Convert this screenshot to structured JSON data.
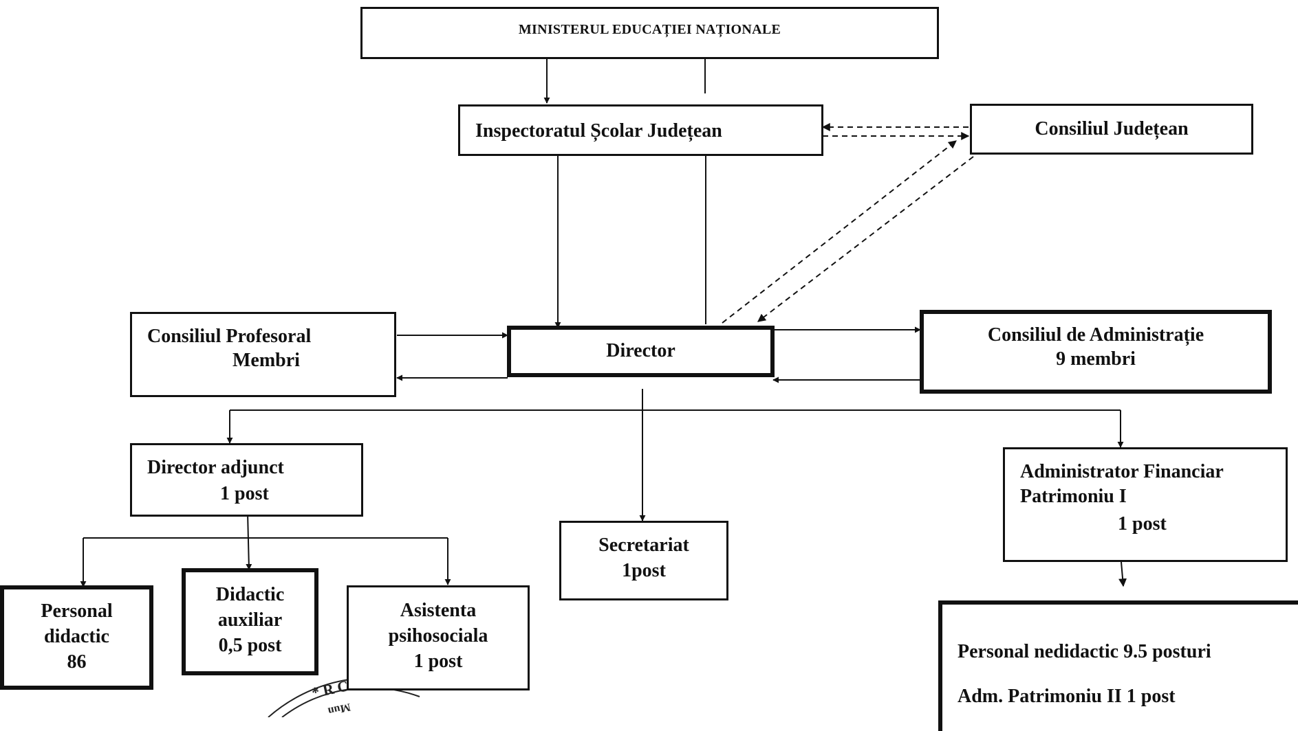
{
  "nodes": {
    "ministry": "MINISTERUL EDUCAȚIEI NAȚIONALE",
    "isj": "Inspectoratul Școlar Județean",
    "consiliul_judetean": "Consiliul Județean",
    "consiliul_profesoral": {
      "line1": "Consiliul Profesoral",
      "line2": "Membri"
    },
    "director": "Director",
    "consiliul_administratie": {
      "line1": "Consiliul de Administrație",
      "line2": "9 membri"
    },
    "director_adjunct": {
      "line1": "Director adjunct",
      "line2": "1 post"
    },
    "secretariat": {
      "line1": "Secretariat",
      "line2": "1post"
    },
    "administrator_financiar": {
      "line1": "Administrator Financiar",
      "line2": "Patrimoniu I",
      "line3": "1 post"
    },
    "personal_didactic": {
      "line1": "Personal",
      "line2": "didactic",
      "line3": "86"
    },
    "didactic_auxiliar": {
      "line1": "Didactic",
      "line2": "auxiliar",
      "line3": "0,5 post"
    },
    "asistenta": {
      "line1": "Asistenta",
      "line2": "psihosociala",
      "line3": "1 post"
    },
    "personal_nedidactic": {
      "line1": "Personal nedidactic 9.5  posturi",
      "line2": "Adm. Patrimoniu II  1 post"
    }
  },
  "seal": {
    "text": "ROMÂN",
    "inner_text": "Mun"
  }
}
